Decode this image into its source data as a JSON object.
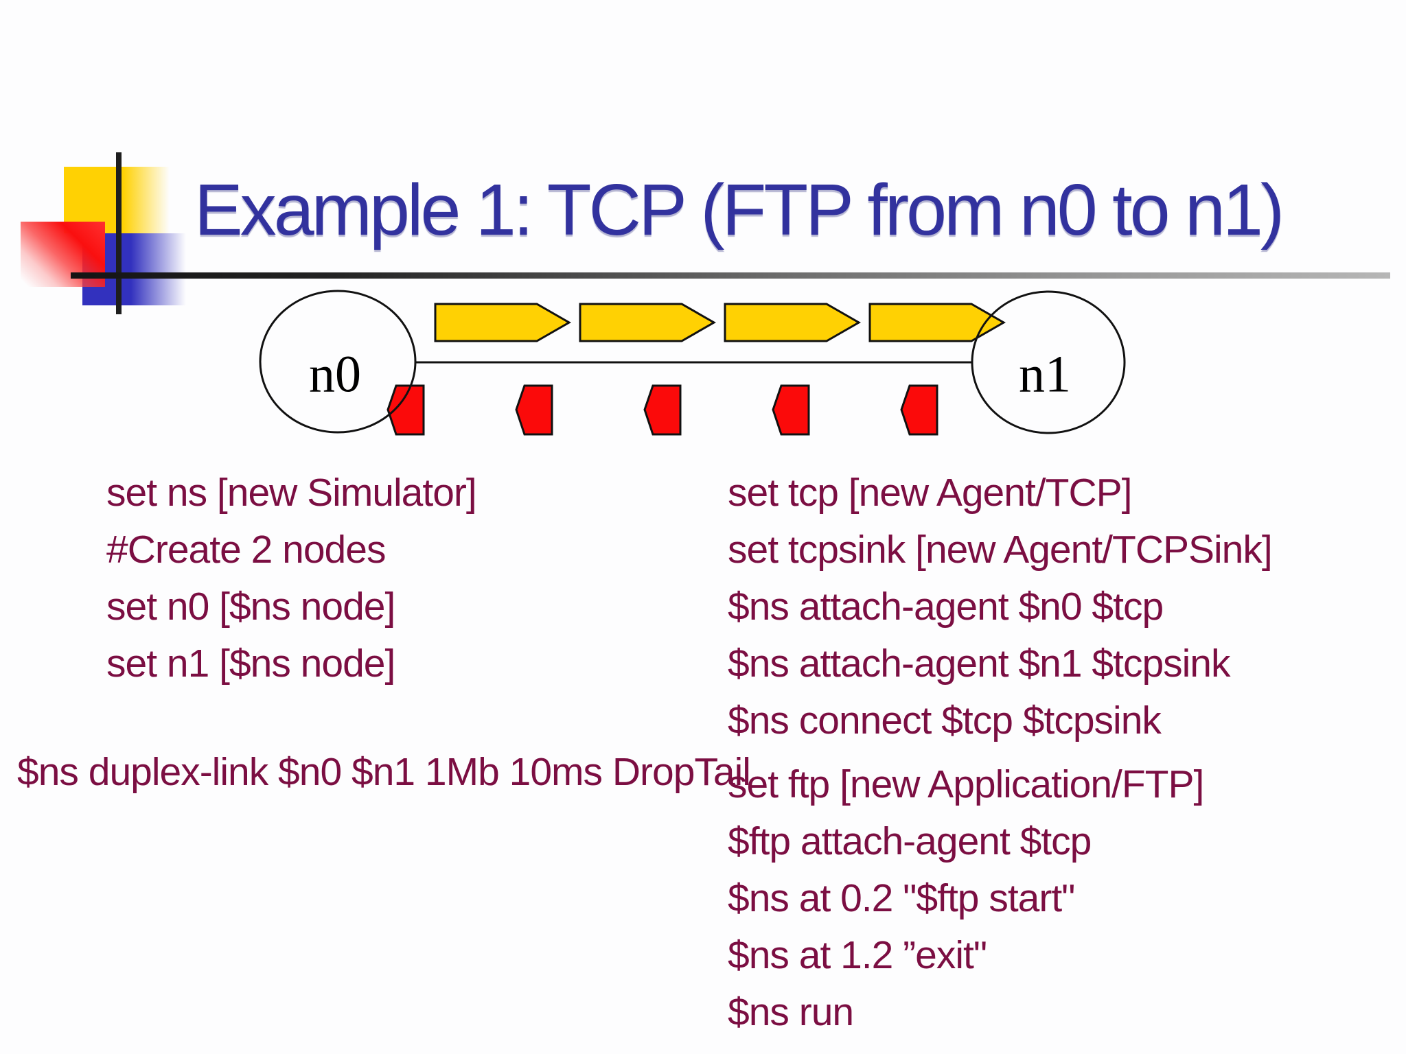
{
  "slide": {
    "title": "Example 1: TCP (FTP from n0 to n1)"
  },
  "colors": {
    "title": "#32329E",
    "code_text": "#7B0E42",
    "data_packet_fill": "#FFD103",
    "ack_packet_fill": "#FB0A0A",
    "outline": "#111111"
  },
  "diagram": {
    "node0_label": "n0",
    "node1_label": "n1",
    "data_packet_count": 4,
    "ack_packet_count": 5
  },
  "code_left": {
    "block1": [
      "set ns [new Simulator]",
      "#Create 2 nodes",
      "set n0 [$ns node]",
      "set n1 [$ns node]"
    ],
    "duplex": "$ns duplex-link $n0 $n1 1Mb 10ms DropTail"
  },
  "code_right": {
    "block1": [
      "set tcp [new Agent/TCP]",
      "set tcpsink [new Agent/TCPSink]",
      "$ns attach-agent $n0 $tcp",
      "$ns attach-agent $n1 $tcpsink",
      "$ns connect $tcp $tcpsink"
    ],
    "block2": [
      "set ftp [new Application/FTP]",
      "$ftp attach-agent $tcp",
      "$ns at 0.2 \"$ftp start\"",
      "$ns at 1.2 ”exit\"",
      "$ns run"
    ]
  }
}
